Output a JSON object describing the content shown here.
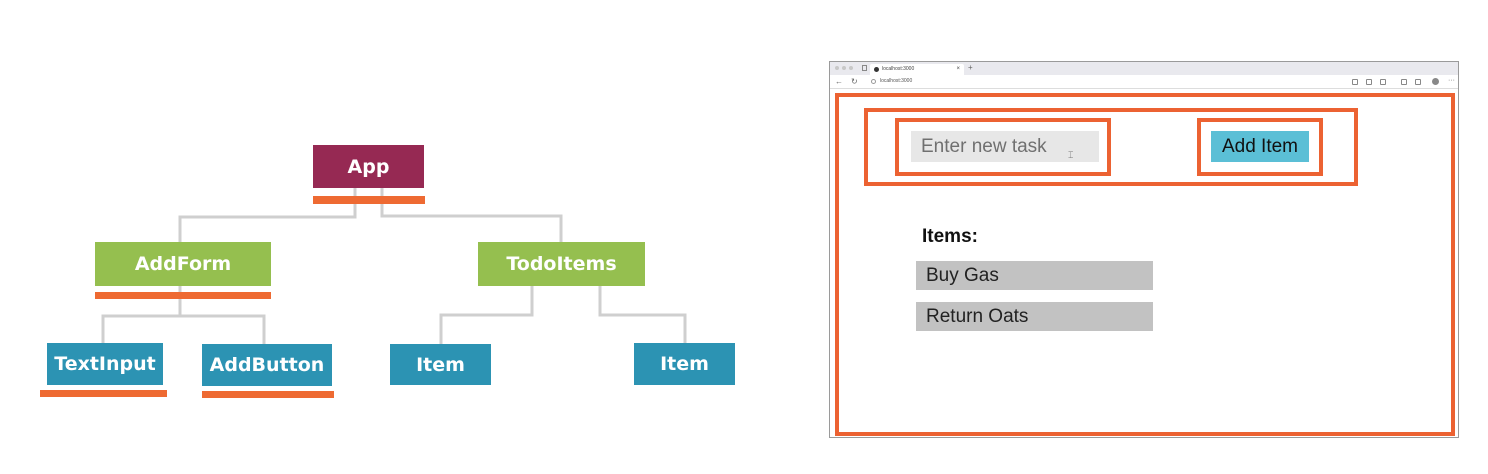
{
  "diagram": {
    "nodes": {
      "app": "App",
      "addform": "AddForm",
      "todoitems": "TodoItems",
      "textinput": "TextInput",
      "addbutton": "AddButton",
      "item_1": "Item",
      "item_2": "Item"
    },
    "colors": {
      "root": "#962953",
      "branch": "#95bf4f",
      "leaf": "#2c93b3",
      "highlight": "#ee6a32",
      "connector": "#cfcfcf"
    }
  },
  "browser": {
    "tab_title": "localhost:3000",
    "tab_close": "×",
    "new_tab": "+",
    "back": "←",
    "reload": "↻",
    "url": "localhost:3000",
    "more": "···"
  },
  "app": {
    "input_placeholder": "Enter new task",
    "add_button": "Add Item",
    "items_title": "Items:",
    "items": [
      "Buy Gas",
      "Return Oats"
    ]
  }
}
